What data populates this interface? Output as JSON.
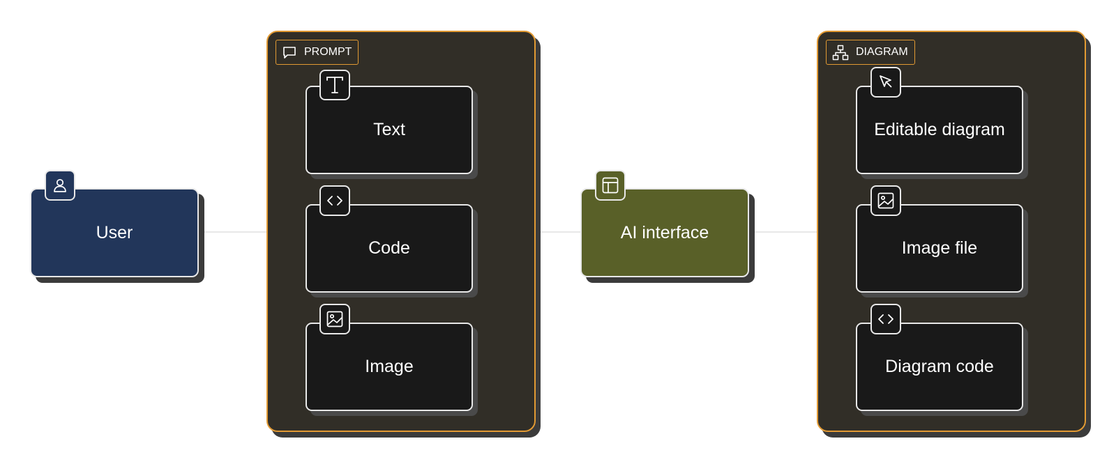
{
  "nodes": {
    "user": {
      "label": "User",
      "icon": "person-icon",
      "color": "#22365a"
    },
    "ai_interface": {
      "label": "AI interface",
      "icon": "layout-icon",
      "color": "#596028"
    }
  },
  "groups": {
    "prompt": {
      "label": "PROMPT",
      "icon": "chat-bubble-icon",
      "items": [
        {
          "label": "Text",
          "icon": "text-t-icon"
        },
        {
          "label": "Code",
          "icon": "code-brackets-icon"
        },
        {
          "label": "Image",
          "icon": "image-icon"
        }
      ]
    },
    "diagram": {
      "label": "DIAGRAM",
      "icon": "hierarchy-icon",
      "items": [
        {
          "label": "Editable diagram",
          "icon": "cursor-icon"
        },
        {
          "label": "Image file",
          "icon": "image-icon"
        },
        {
          "label": "Diagram code",
          "icon": "code-brackets-icon"
        }
      ]
    }
  },
  "colors": {
    "group_border": "#e29a33",
    "group_fill": "#312e27",
    "item_fill": "#191919",
    "outline": "#e8e8e8"
  }
}
